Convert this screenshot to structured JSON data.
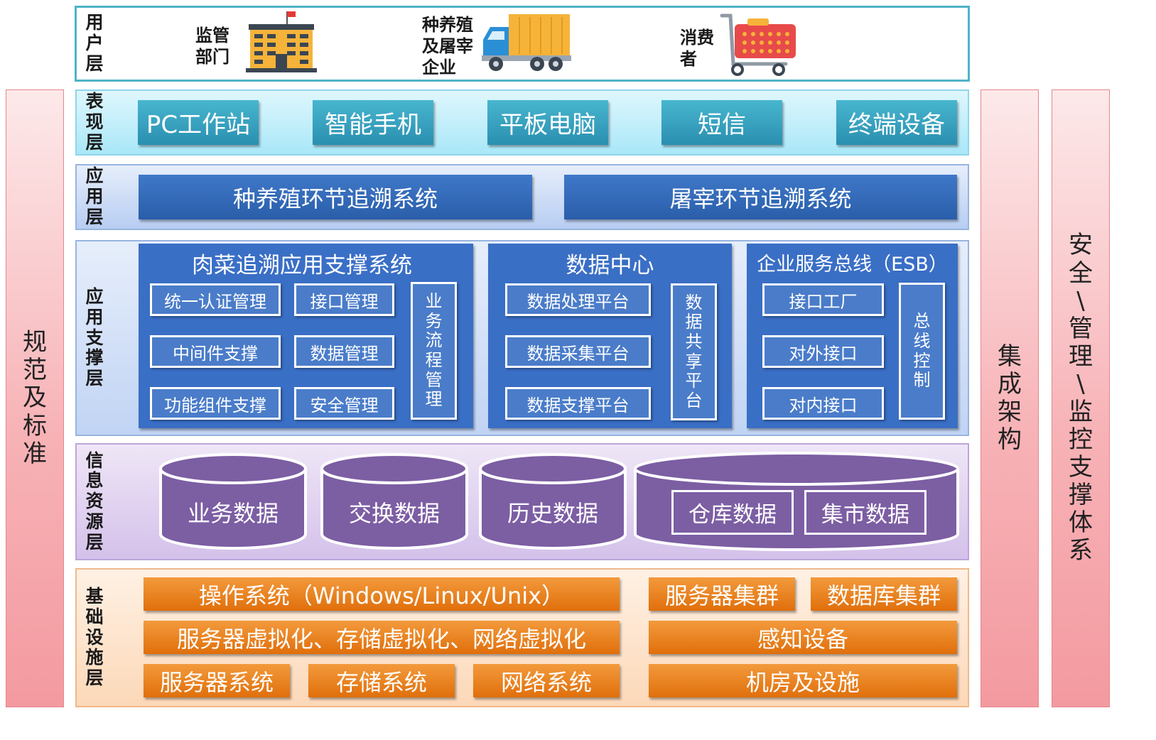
{
  "sides": {
    "left": [
      "规",
      "范",
      "及",
      "标",
      "准"
    ],
    "right_inner": [
      "集",
      "成",
      "架",
      "构"
    ],
    "right_outer": [
      "安",
      "全",
      "\\",
      "管",
      "理",
      "\\",
      "监",
      "控",
      "支",
      "撑",
      "体",
      "系"
    ]
  },
  "user_layer": {
    "label": [
      "用",
      "户",
      "层"
    ],
    "entities": [
      {
        "lines": [
          "监管",
          "部门"
        ],
        "icon": "government-building-icon"
      },
      {
        "lines": [
          "种养殖",
          "及屠宰",
          "企业"
        ],
        "icon": "delivery-truck-icon"
      },
      {
        "lines": [
          "消费",
          "者"
        ],
        "icon": "shopping-cart-icon"
      }
    ]
  },
  "presentation_layer": {
    "label": [
      "表",
      "现",
      "层"
    ],
    "items": [
      "PC工作站",
      "智能手机",
      "平板电脑",
      "短信",
      "终端设备"
    ]
  },
  "application_layer": {
    "label": [
      "应",
      "用",
      "层"
    ],
    "items": [
      "种养殖环节追溯系统",
      "屠宰环节追溯系统"
    ]
  },
  "support_layer": {
    "label": [
      "应",
      "用",
      "支",
      "撑",
      "层"
    ],
    "panels": [
      {
        "title": "肉菜追溯应用支撑系统",
        "col1": [
          "统一认证管理",
          "中间件支撑",
          "功能组件支撑"
        ],
        "col2": [
          "接口管理",
          "数据管理",
          "安全管理"
        ],
        "vertical": [
          "业",
          "务",
          "流",
          "程",
          "管",
          "理"
        ]
      },
      {
        "title": "数据中心",
        "col1": [
          "数据处理平台",
          "数据采集平台",
          "数据支撑平台"
        ],
        "vertical": [
          "数",
          "据",
          "共",
          "享",
          "平",
          "台"
        ]
      },
      {
        "title": "企业服务总线（ESB）",
        "col1": [
          "接口工厂",
          "对外接口",
          "对内接口"
        ],
        "vertical": [
          "总",
          "线",
          "控",
          "制"
        ]
      }
    ]
  },
  "info_layer": {
    "label": [
      "信",
      "息",
      "资",
      "源",
      "层"
    ],
    "databases": [
      "业务数据",
      "交换数据",
      "历史数据"
    ],
    "big_database": [
      "仓库数据",
      "集市数据"
    ],
    "fill_color": "#7c5ea3"
  },
  "infra_layer": {
    "label": [
      "基",
      "础",
      "设",
      "施",
      "层"
    ],
    "row1_left": "操作系统（Windows/Linux/Unix）",
    "row1_right": [
      "服务器集群",
      "数据库集群"
    ],
    "row2_left": "服务器虚拟化、存储虚拟化、网络虚拟化",
    "row2_right": "感知设备",
    "row3_left": [
      "服务器系统",
      "存储系统",
      "网络系统"
    ],
    "row3_right": "机房及设施",
    "color": "#e97f1f"
  }
}
